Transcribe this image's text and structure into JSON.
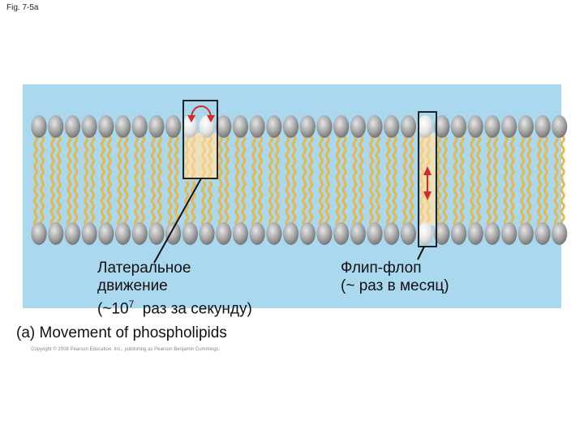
{
  "figure": {
    "label": "Fig. 7-5a"
  },
  "labels": {
    "lateral_line1": "Латеральное",
    "lateral_line2": "движение",
    "lateral_line3_pre": "(~10",
    "lateral_line3_sup": "7",
    "lateral_line3_post": "  раз за секунду)",
    "flipflop_line1": "Флип-флоп",
    "flipflop_line2": "(~ раз в месяц)"
  },
  "caption": "(a) Movement of phospholipids",
  "copyright": "Copyright © 2008 Pearson Education, Inc., publishing as Pearson Benjamin Cummings.",
  "colors": {
    "water": "#a9d8ef",
    "head": "#9a9a9a",
    "head_highlight": "#d8d8d8",
    "tail": "#e8b84a",
    "arrow": "#d42a2a"
  }
}
